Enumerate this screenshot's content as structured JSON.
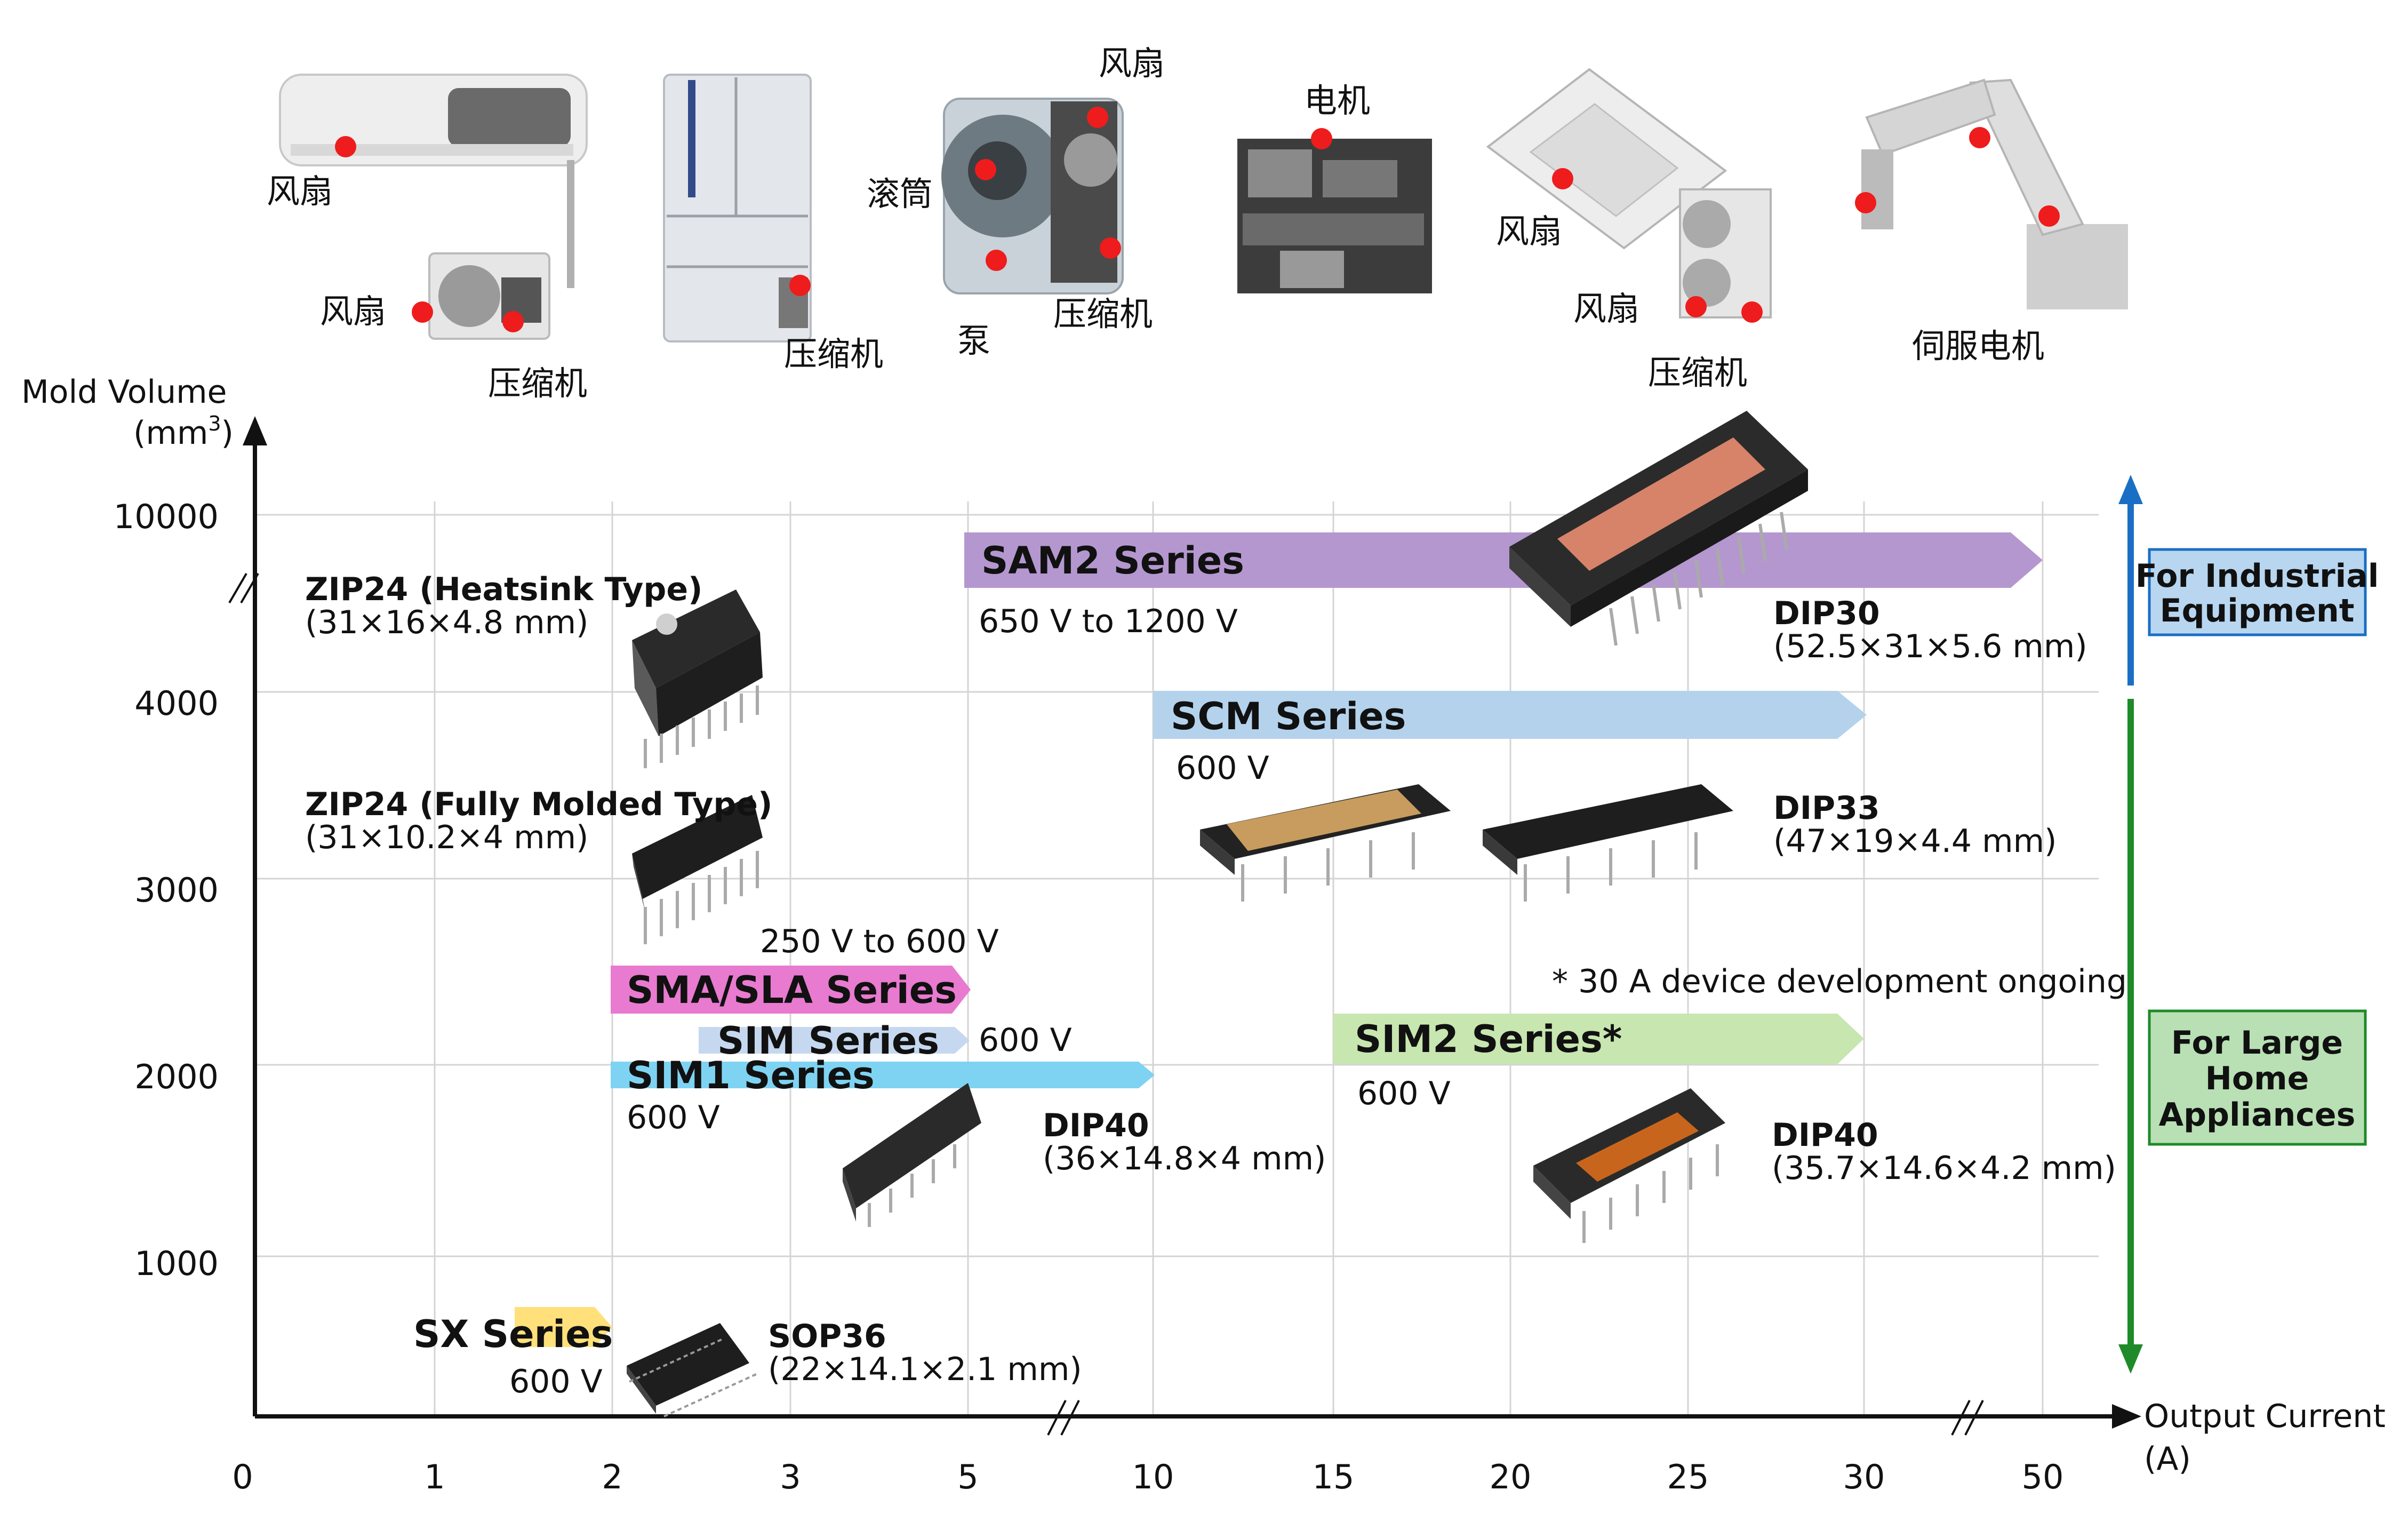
{
  "applications": [
    {
      "labels": [
        "风扇",
        "风扇",
        "压缩机"
      ]
    },
    {
      "labels": [
        "压缩机"
      ]
    },
    {
      "labels": [
        "风扇",
        "滚筒",
        "泵",
        "压缩机"
      ]
    },
    {
      "labels": [
        "电机"
      ]
    },
    {
      "labels": [
        "风扇",
        "风扇",
        "压缩机"
      ]
    },
    {
      "labels": [
        "伺服电机"
      ]
    }
  ],
  "axes": {
    "y_title_line1": "Mold Volume",
    "y_title_line2": "(mm",
    "y_title_sup": "3",
    "y_title_close": ")",
    "x_title_line1": "Output Current",
    "x_title_line2": "(A)",
    "y_ticks": [
      "10000",
      "4000",
      "3000",
      "2000",
      "1000"
    ],
    "x_ticks": [
      "0",
      "1",
      "2",
      "3",
      "5",
      "10",
      "15",
      "20",
      "25",
      "30",
      "50"
    ]
  },
  "series": [
    {
      "name": "SAM2 Series",
      "voltage": "650 V to 1200 V",
      "color": "#b497cf",
      "x_from": "5",
      "x_to": "50"
    },
    {
      "name": "SCM Series",
      "voltage": "600 V",
      "color": "#b4d2ec",
      "x_from": "10",
      "x_to": "30"
    },
    {
      "name": "SMA/SLA Series",
      "voltage": "250 V to 600 V",
      "color": "#e87ad0",
      "x_from": "2",
      "x_to": "5"
    },
    {
      "name": "SIM Series",
      "voltage": "600 V",
      "color": "#c6d8f0",
      "x_from": "2.5",
      "x_to": "5"
    },
    {
      "name": "SIM1 Series",
      "voltage": "600 V",
      "color": "#7fd3f2",
      "x_from": "2",
      "x_to": "10"
    },
    {
      "name": "SIM2 Series*",
      "voltage": "600 V",
      "color": "#c8e6b0",
      "x_from": "15",
      "x_to": "30"
    },
    {
      "name": "SX Series",
      "voltage": "600 V",
      "color": "#ffe07a",
      "x_from": "1.5",
      "x_to": "2"
    }
  ],
  "packages": [
    {
      "name": "ZIP24 (Heatsink Type)",
      "dims": "(31×16×4.8 mm)"
    },
    {
      "name": "ZIP24 (Fully Molded Type)",
      "dims": "(31×10.2×4 mm)"
    },
    {
      "name": "DIP30",
      "dims": "(52.5×31×5.6 mm)"
    },
    {
      "name": "DIP33",
      "dims": "(47×19×4.4 mm)"
    },
    {
      "name": "DIP40",
      "dims": "(36×14.8×4 mm)"
    },
    {
      "name": "DIP40",
      "dims": "(35.7×14.6×4.2 mm)"
    },
    {
      "name": "SOP36",
      "dims": "(22×14.1×2.1 mm)"
    }
  ],
  "note": "* 30 A device development ongoing",
  "legend": {
    "industrial": "For Industrial Equipment",
    "industrial_line1": "For Industrial",
    "industrial_line2": "Equipment",
    "home_line1": "For Large",
    "home_line2": "Home",
    "home_line3": "Appliances",
    "industrial_color": "#1a6fc4",
    "home_color": "#1f8a2a"
  }
}
